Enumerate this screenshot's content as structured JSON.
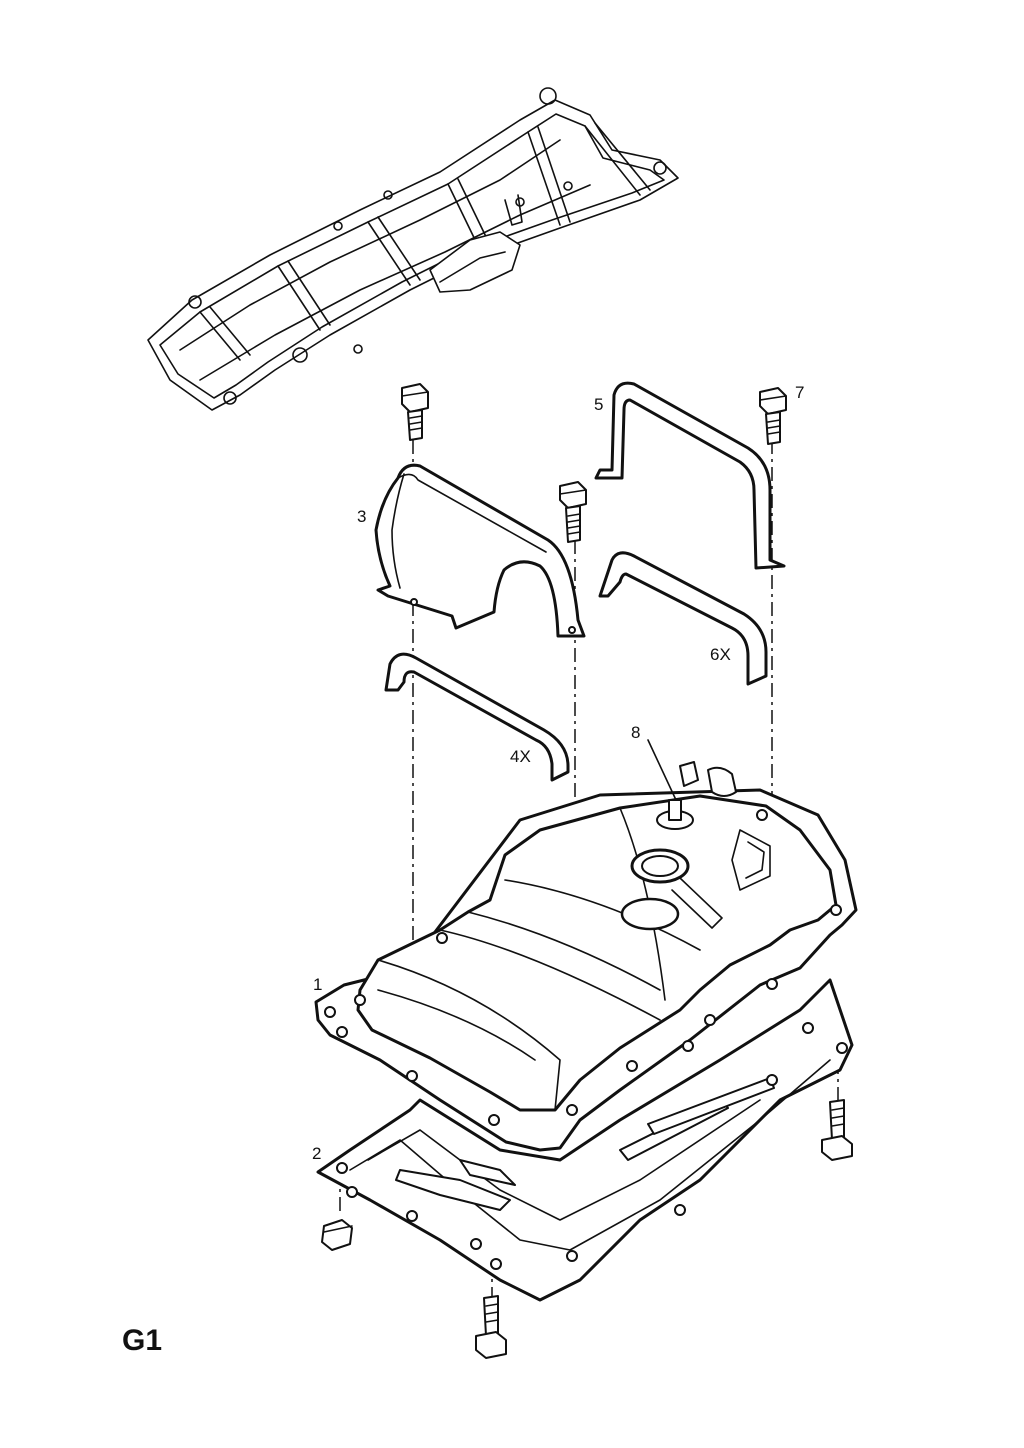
{
  "diagram": {
    "page_label": "G1",
    "callouts": {
      "fuel_tank": "1",
      "skid_plate": "2",
      "heat_shield": "3",
      "strap_front": "4X",
      "strap_upper": "5",
      "strap_rear": "6X",
      "bolt": "7",
      "sender_stud": "8"
    }
  }
}
